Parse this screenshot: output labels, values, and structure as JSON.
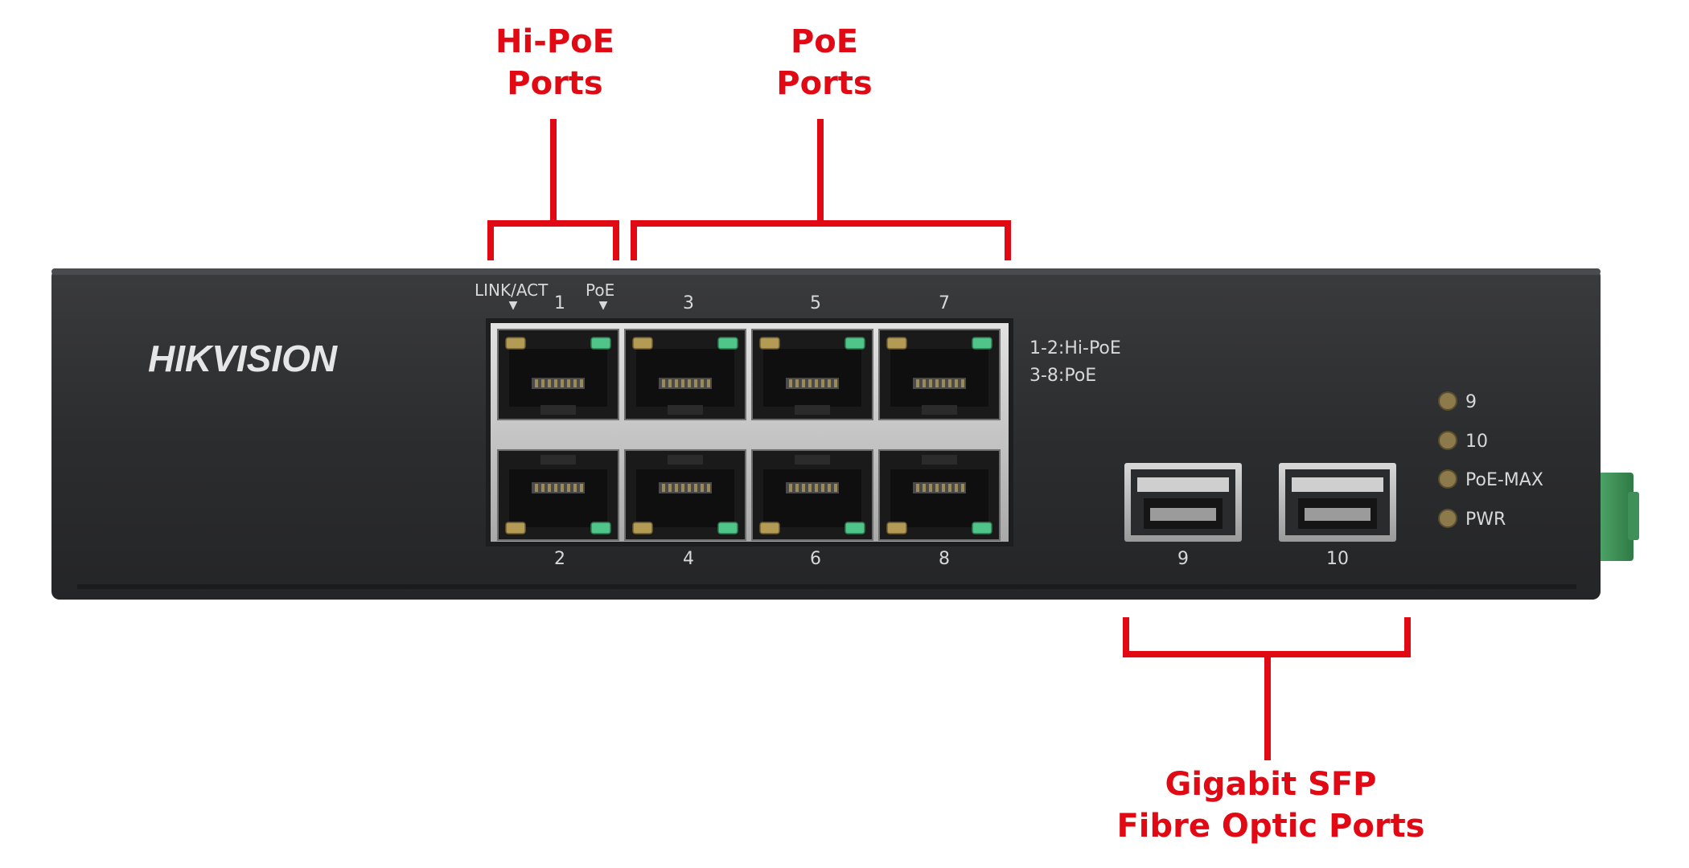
{
  "callouts": {
    "hi_poe": {
      "line1": "Hi-PoE",
      "line2": "Ports"
    },
    "poe": {
      "line1": "PoE",
      "line2": "Ports"
    },
    "sfp": {
      "line1": "Gigabit SFP",
      "line2": "Fibre Optic Ports"
    }
  },
  "switch": {
    "brand": "HIKVISION",
    "top_labels": {
      "link_act": "LINK/ACT",
      "poe": "PoE"
    },
    "port_numbers_top": [
      "1",
      "3",
      "5",
      "7"
    ],
    "port_numbers_bottom": [
      "2",
      "4",
      "6",
      "8"
    ],
    "legend_line1": "1-2:Hi-PoE",
    "legend_line2": "3-8:PoE",
    "sfp_numbers": [
      "9",
      "10"
    ],
    "leds": [
      "9",
      "10",
      "PoE-MAX",
      "PWR"
    ]
  },
  "colors": {
    "accent": "#e10a14",
    "chassis": "#2e2f31",
    "led_green": "#4fc58a",
    "led_amber": "#b39a55"
  }
}
